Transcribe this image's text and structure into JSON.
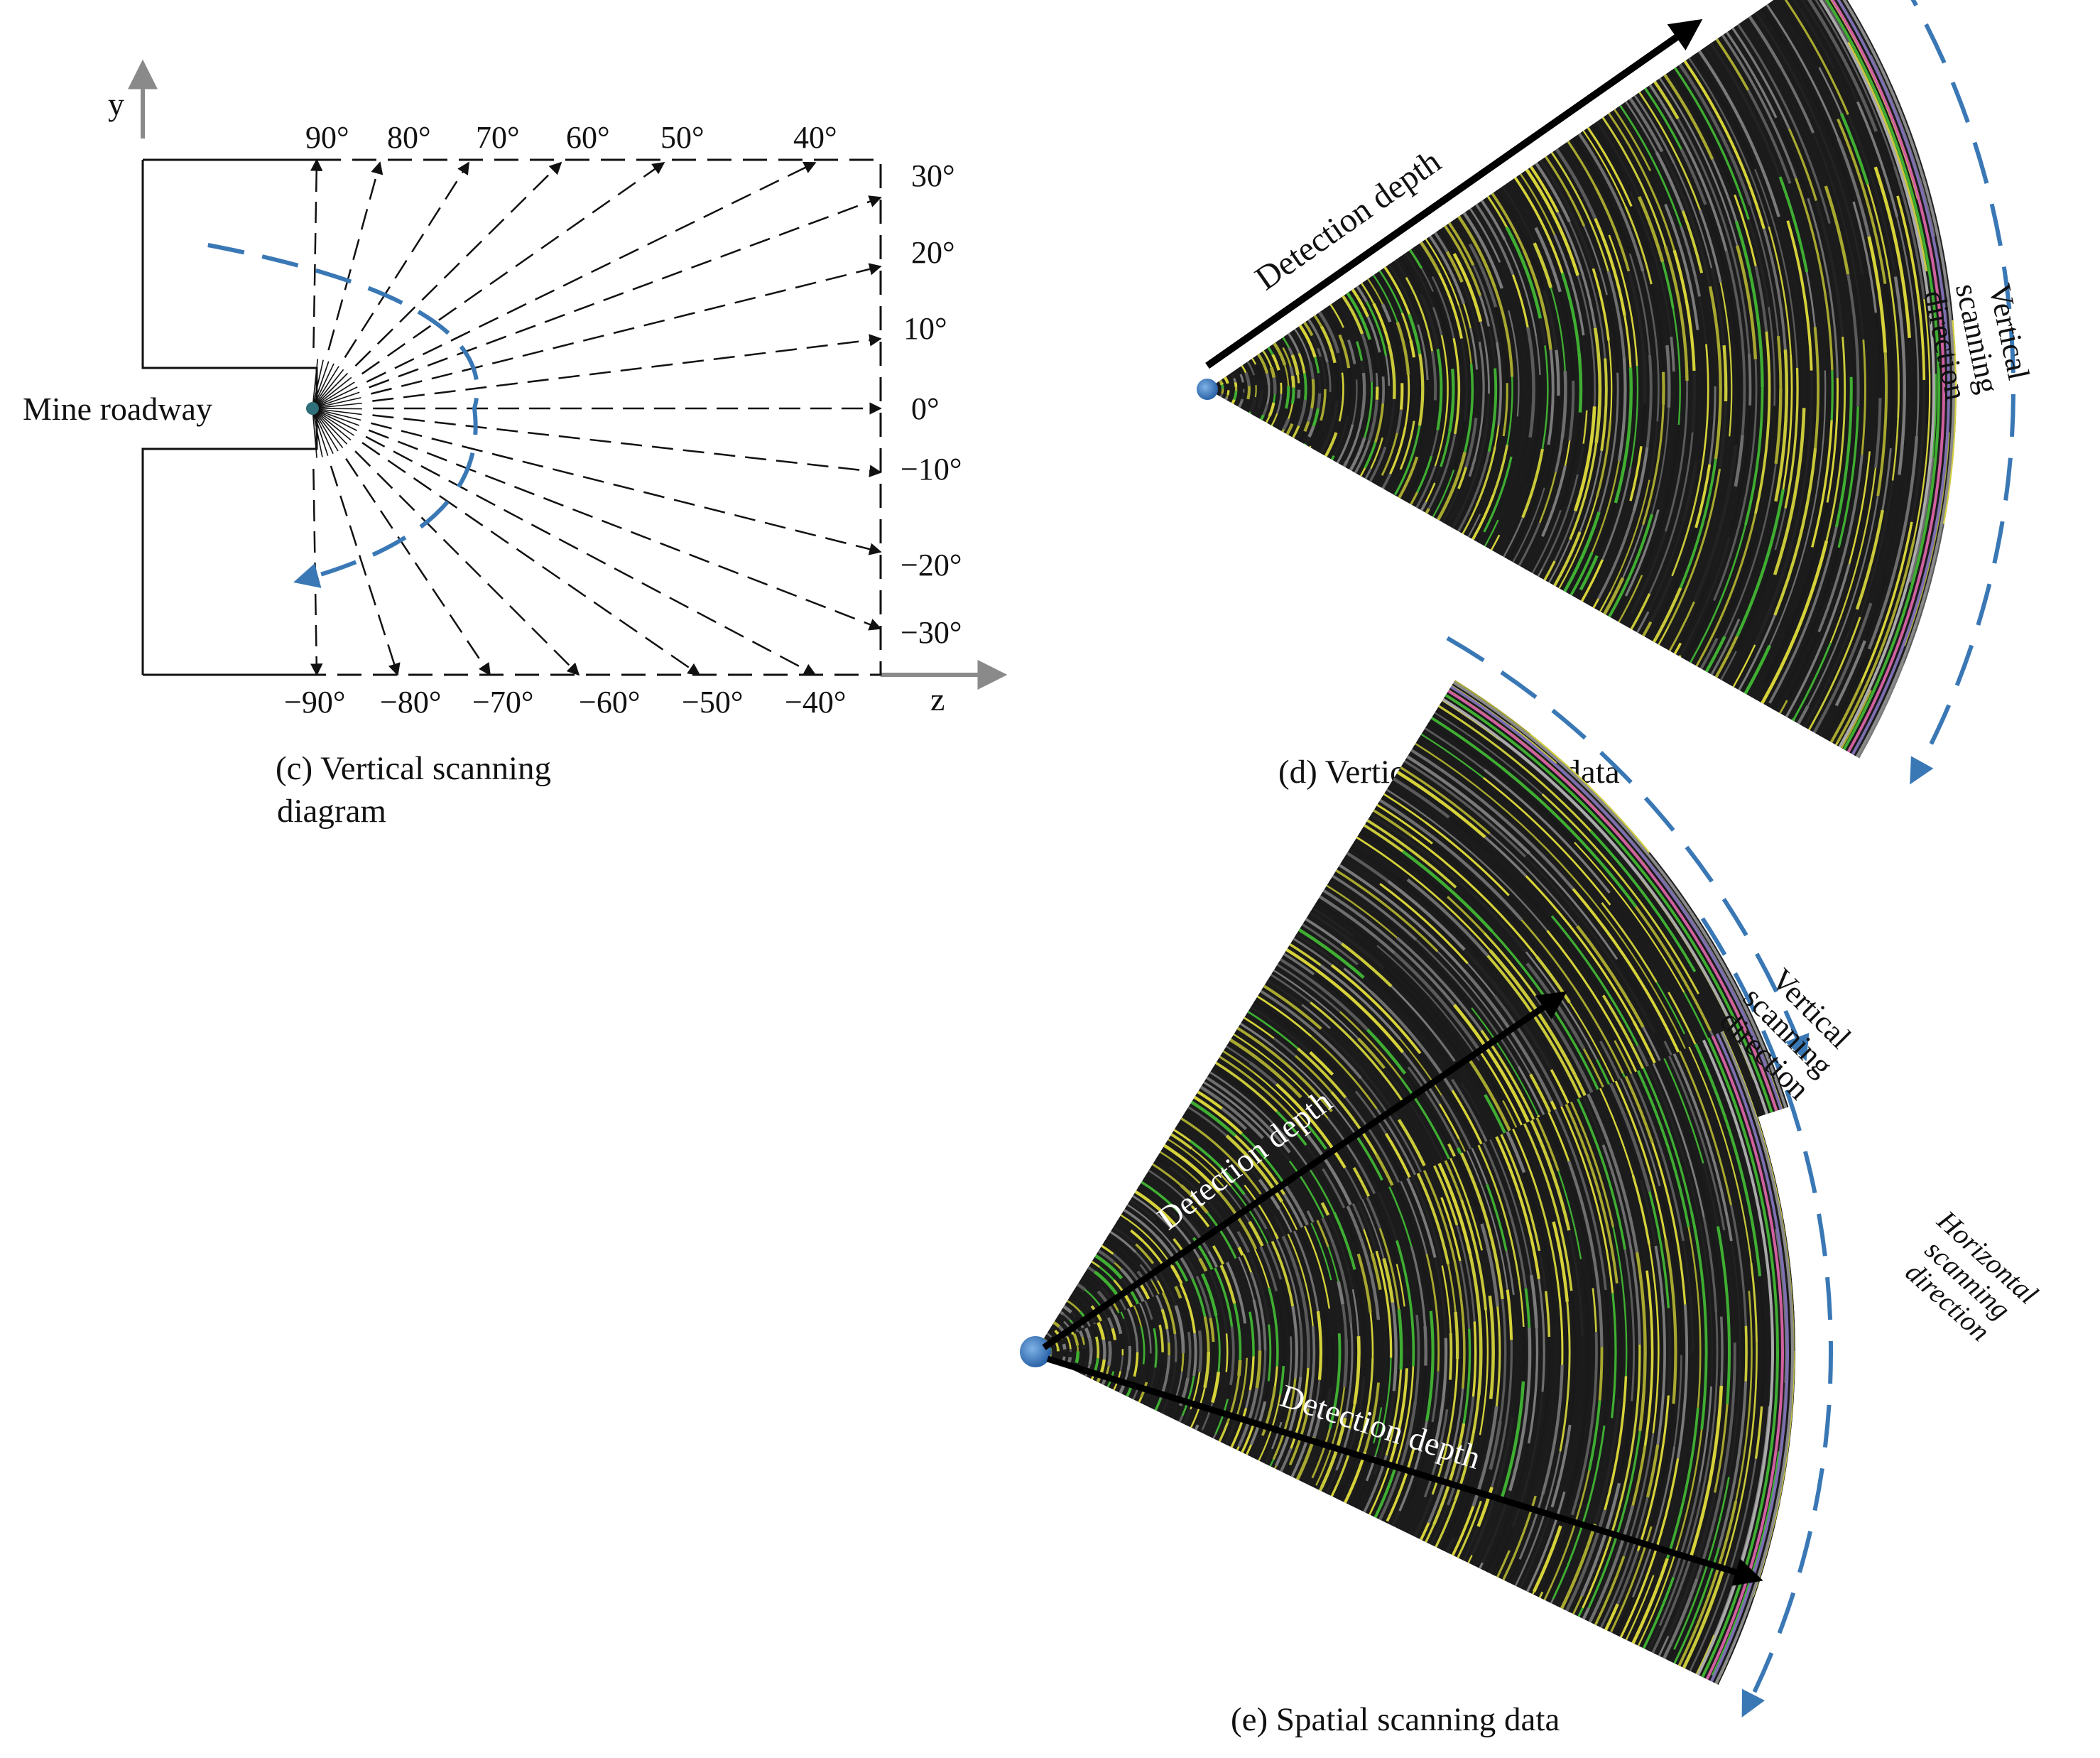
{
  "panel_c": {
    "y_axis": "y",
    "z_axis": "z",
    "roadway_label": "Mine roadway",
    "top_angles": [
      "90°",
      "80°",
      "70°",
      "60°",
      "50°",
      "40°"
    ],
    "right_angles": [
      "30°",
      "20°",
      "10°",
      "0°",
      "−10°",
      "−20°",
      "−30°"
    ],
    "bottom_angles": [
      "−90°",
      "−80°",
      "−70°",
      "−60°",
      "−50°",
      "−40°"
    ],
    "caption_line1": "(c) Vertical scanning",
    "caption_line2": "diagram"
  },
  "panel_d": {
    "depth_label": "Detection depth",
    "direction_label": [
      "Vertical",
      "scanning",
      "direction"
    ],
    "caption": "(d) Vertical scanning data"
  },
  "panel_e": {
    "depth_label_upper": "Detection depth",
    "depth_label_lower": "Detection depth",
    "vertical_direction_label": [
      "Vertical",
      "scanning",
      "direction"
    ],
    "horizontal_direction_label": [
      "Horizontal",
      "scanning",
      "direction"
    ],
    "caption": "(e) Spatial scanning data"
  },
  "colors": {
    "line": "#111111",
    "accent_blue": "#3a78b5",
    "axis_gray": "#8a8a8a",
    "radar_dark": "#1e1e1e",
    "radar_gray": "#6f6f6f",
    "radar_yellow": "#c9c93a",
    "radar_green": "#3fae32"
  }
}
